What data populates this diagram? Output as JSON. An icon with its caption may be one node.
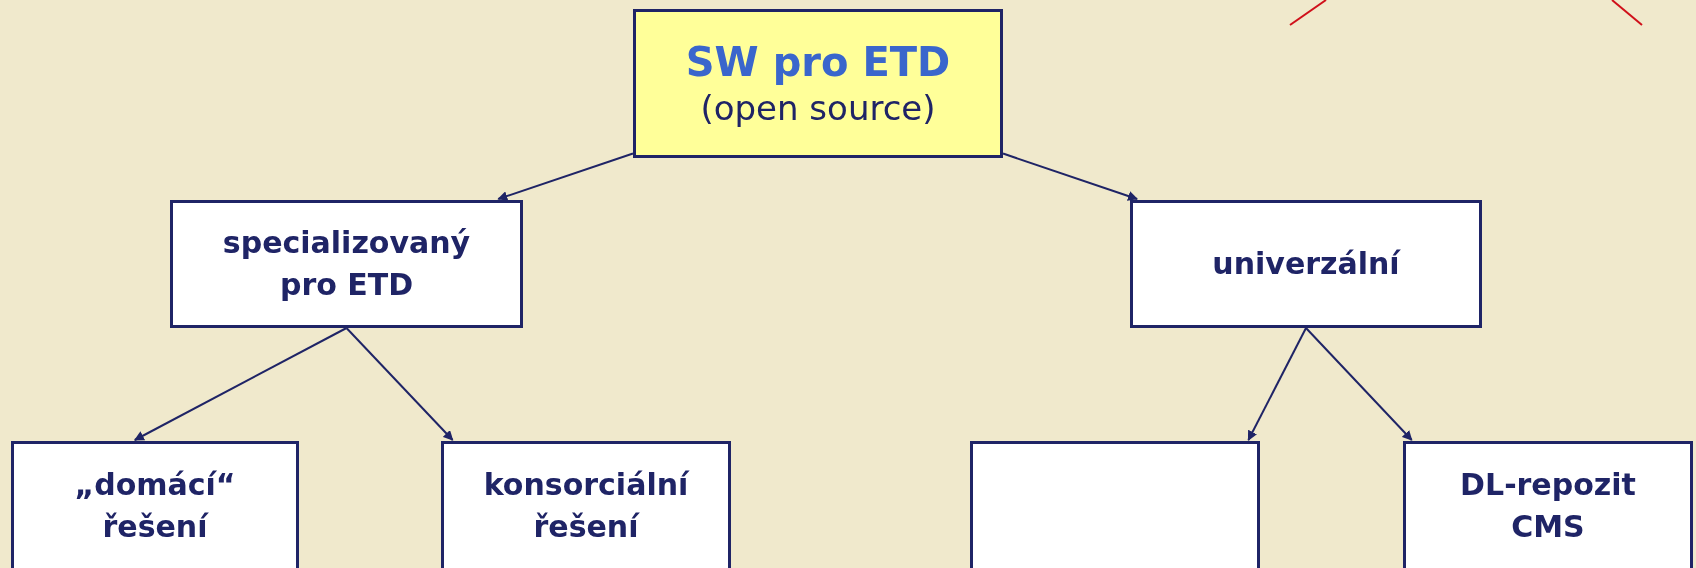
{
  "diagram": {
    "nodes": [
      {
        "text": [
          "SW pro ETD",
          "(open source)"
        ]
      },
      {
        "text": [
          "specializovaný pro ETD"
        ]
      },
      {
        "text": [
          "univerzální"
        ]
      },
      {
        "text": [
          "„domácí“ řešení"
        ]
      },
      {
        "text": [
          "konsorciální řešení"
        ]
      },
      {
        "text": [],
        "shape": "box"
      },
      {
        "text": [
          "DL-repozit CMS"
        ]
      }
    ],
    "edges": [
      {
        "from": 0,
        "to": 1,
        "arrow": "to"
      },
      {
        "from": 0,
        "to": 2,
        "arrow": "to"
      },
      {
        "from": 1,
        "to": 3,
        "arrow": "to"
      },
      {
        "from": 1,
        "to": 4,
        "arrow": "to"
      },
      {
        "from": 2,
        "to": 5,
        "arrow": "to"
      },
      {
        "from": 2,
        "to": 6,
        "arrow": "to"
      }
    ]
  }
}
